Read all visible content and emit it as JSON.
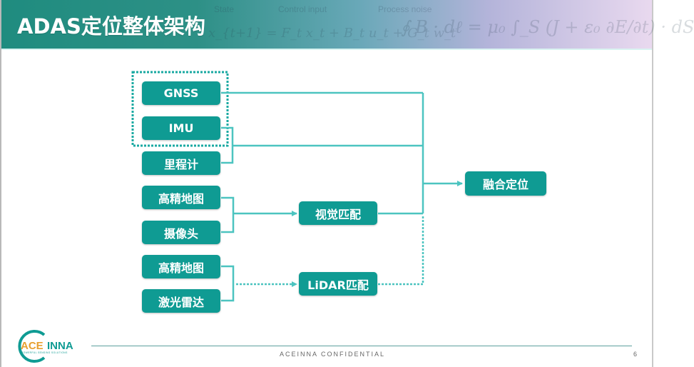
{
  "slide": {
    "title": "ADAS定位整体架构",
    "header_background_labels": [
      "State",
      "Control input",
      "Process noise"
    ],
    "header_background_formulas": [
      "x_{t+1} = F_t x_t + B_t u_t + G_t w_t",
      "∮ B · dℓ = μ₀ ∫_S (J + ε₀ ∂E/∂t) · dS"
    ]
  },
  "diagram": {
    "nodes": {
      "gnss": "GNSS",
      "imu": "IMU",
      "odometer": "里程计",
      "hd_map_1": "高精地图",
      "camera": "摄像头",
      "hd_map_2": "高精地图",
      "lidar": "激光雷达",
      "visual_matching": "视觉匹配",
      "lidar_matching": "LiDAR匹配",
      "fusion_positioning": "融合定位"
    },
    "edges": [
      {
        "from": "gnss",
        "to": "fusion_positioning",
        "style": "solid"
      },
      {
        "from": "imu",
        "to": "fusion_positioning",
        "style": "solid"
      },
      {
        "from": "odometer",
        "to": "fusion_positioning",
        "style": "solid"
      },
      {
        "from": "hd_map_1",
        "to": "visual_matching",
        "style": "solid"
      },
      {
        "from": "camera",
        "to": "visual_matching",
        "style": "solid"
      },
      {
        "from": "visual_matching",
        "to": "fusion_positioning",
        "style": "solid"
      },
      {
        "from": "hd_map_2",
        "to": "lidar_matching",
        "style": "dotted"
      },
      {
        "from": "lidar",
        "to": "lidar_matching",
        "style": "dotted"
      },
      {
        "from": "lidar_matching",
        "to": "fusion_positioning",
        "style": "dotted"
      }
    ],
    "groups": [
      {
        "members": [
          "gnss",
          "imu"
        ],
        "style": "dotted"
      }
    ],
    "line_color": "#4cc4c0",
    "node_color": "#0f9b93"
  },
  "footer": {
    "logo_text": "ACEINNA",
    "logo_tagline": "POWERFUL SENSING SOLUTIONS",
    "confidential": "ACEINNA CONFIDENTIAL",
    "page_number": "6"
  }
}
